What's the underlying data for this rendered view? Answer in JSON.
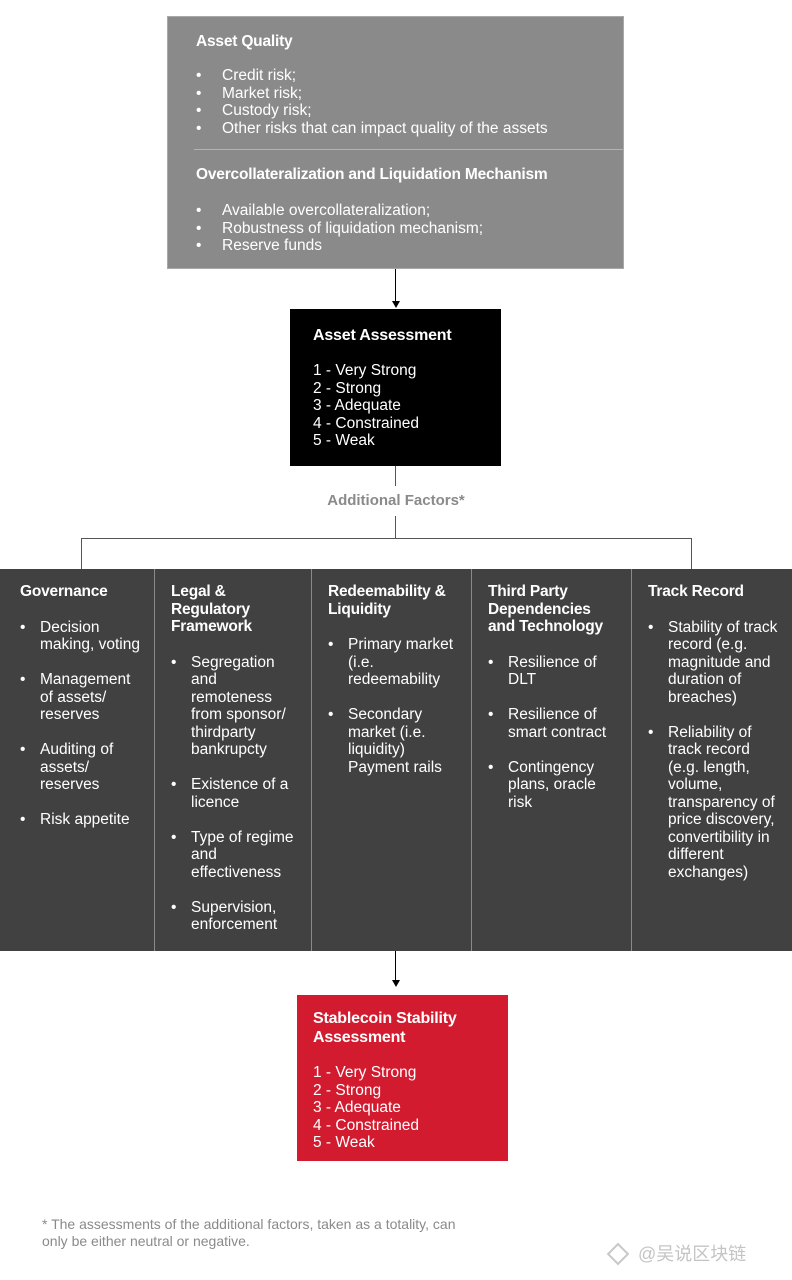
{
  "asset_quality": {
    "title": "Asset Quality",
    "items": [
      "Credit risk;",
      "Market risk;",
      "Custody risk;",
      "Other risks that can impact quality of the assets"
    ]
  },
  "overcollateralization": {
    "title": "Overcollateralization and Liquidation Mechanism",
    "items": [
      "Available overcollateralization;",
      "Robustness of liquidation mechanism;",
      "Reserve funds"
    ]
  },
  "asset_assessment": {
    "title": "Asset Assessment",
    "levels": [
      "1 - Very Strong",
      "2 - Strong",
      "3 - Adequate",
      "4 - Constrained",
      "5 - Weak"
    ]
  },
  "additional_factors_label": "Additional Factors*",
  "factors": [
    {
      "title": "Governance",
      "items": [
        "Decision making, voting",
        "Management of assets/ reserves",
        "Auditing of assets/ reserves",
        "Risk appetite"
      ]
    },
    {
      "title": "Legal & Regulatory Framework",
      "items": [
        "Segregation and remoteness from sponsor/ thirdparty bankrupcty",
        "Existence of a licence",
        "Type of regime and effectiveness",
        "Supervision, enforcement"
      ]
    },
    {
      "title": "Redeemability & Liquidity",
      "items": [
        "Primary market (i.e. redeemability",
        "Secondary market (i.e. liquidity) Payment rails"
      ]
    },
    {
      "title": "Third Party Dependencies and Technology",
      "items": [
        "Resilience of DLT",
        "Resilience of smart contract",
        "Contingency plans, oracle risk"
      ]
    },
    {
      "title": "Track Record",
      "items": [
        "Stability of track record (e.g. magnitude and duration of breaches)",
        "Reliability of track record (e.g. length, volume, transparency of price discovery, convertibility in different exchanges)"
      ]
    }
  ],
  "stability_assessment": {
    "title": "Stablecoin Stability Assessment",
    "levels": [
      "1 - Very Strong",
      "2 - Strong",
      "3 - Adequate",
      "4 - Constrained",
      "5 - Weak"
    ]
  },
  "footnote": "* The assessments of the additional factors, taken as a totality, can only be either neutral or negative.",
  "watermark": "@吴说区块链"
}
